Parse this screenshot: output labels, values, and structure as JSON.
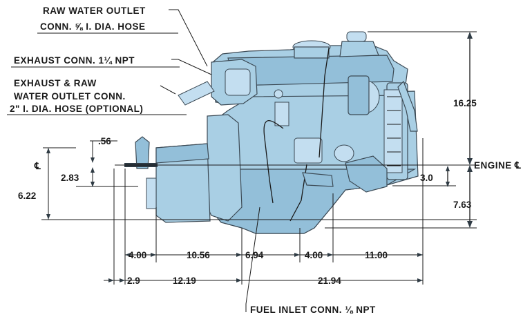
{
  "callouts": {
    "raw_water_outlet_1": "RAW WATER OUTLET",
    "raw_water_outlet_2": "CONN. ⅝ I. DIA. HOSE",
    "exhaust_conn": "EXHAUST CONN. 1¼ NPT",
    "exhaust_raw_1": "EXHAUST & RAW",
    "exhaust_raw_2": "WATER OUTLET CONN.",
    "exhaust_raw_3": "2\" I. DIA. HOSE (OPTIONAL)",
    "fuel_inlet": "FUEL INLET CONN. ⅛ NPT",
    "engine_cl": "ENGINE ℄",
    "cl_symbol": "℄"
  },
  "dimensions": {
    "d_056": ".56",
    "d_283": "2.83",
    "d_622": "6.22",
    "d_1625": "16.25",
    "d_30": "3.0",
    "d_763": "7.63",
    "d_400a": "4.00",
    "d_1056": "10.56",
    "d_694": "6.94",
    "d_400b": "4.00",
    "d_1100": "11.00",
    "d_29": "2.9",
    "d_1219": "12.19",
    "d_2194": "21.94"
  },
  "colors": {
    "engine_body": "#a9cfe4",
    "engine_shadow": "#93bfd9",
    "ink": "#1a1a1a"
  }
}
